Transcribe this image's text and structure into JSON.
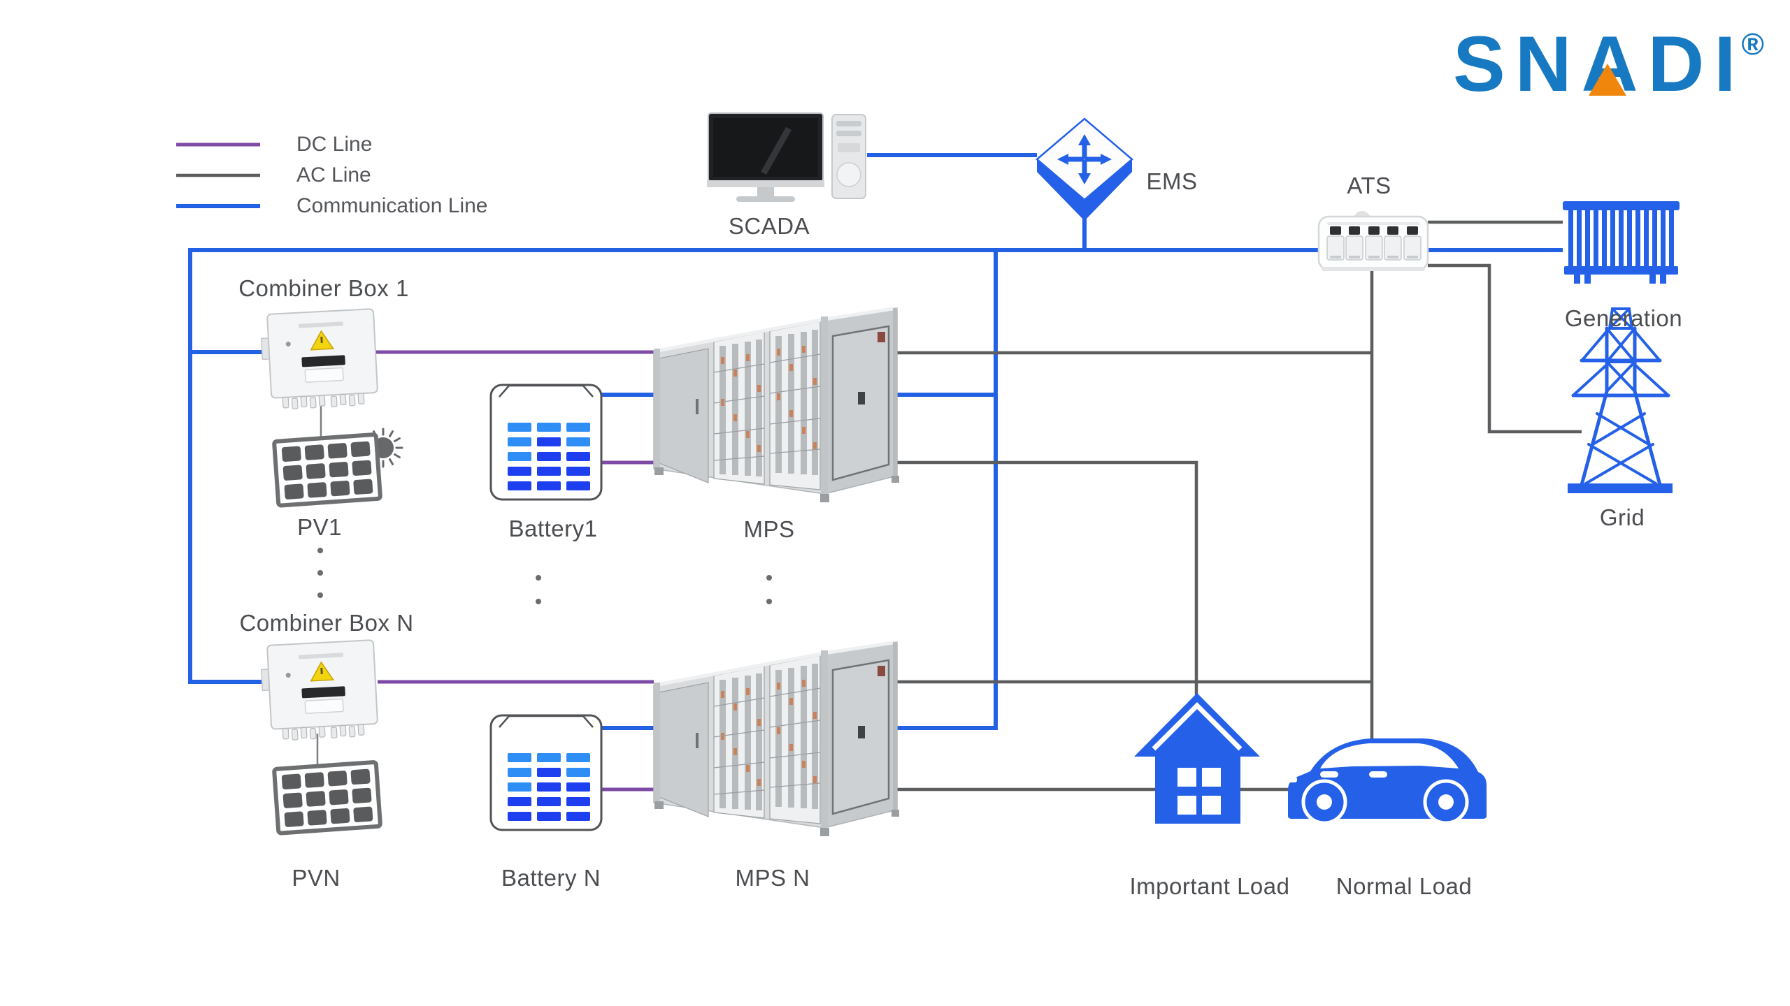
{
  "brand": {
    "name": "SNADI",
    "registered": "®"
  },
  "legend": {
    "items": [
      {
        "id": "dc",
        "label": "DC Line",
        "color": "#7d4ba6"
      },
      {
        "id": "ac",
        "label": "AC Line",
        "color": "#5b5d5f"
      },
      {
        "id": "comm",
        "label": "Communication Line",
        "color": "#2361e4"
      }
    ]
  },
  "nodes": {
    "scada": {
      "label": "SCADA"
    },
    "ems": {
      "label": "EMS"
    },
    "ats": {
      "label": "ATS"
    },
    "generation": {
      "label": "Generation"
    },
    "grid": {
      "label": "Grid"
    },
    "combiner_box_1": {
      "label": "Combiner Box 1"
    },
    "combiner_box_n": {
      "label": "Combiner Box N"
    },
    "pv1": {
      "label": "PV1"
    },
    "pvn": {
      "label": "PVN"
    },
    "battery_1": {
      "label": "Battery1"
    },
    "battery_n": {
      "label": "Battery N"
    },
    "mps_1": {
      "label": "MPS"
    },
    "mps_n": {
      "label": "MPS N"
    },
    "important_load": {
      "label": "Important Load"
    },
    "normal_load": {
      "label": "Normal Load"
    }
  },
  "colors": {
    "dc_line": "#7d4ba6",
    "ac_line": "#5b5d5f",
    "communication_line": "#2361e4",
    "icon_blue": "#2461e8",
    "logo_blue": "#1779c1",
    "logo_orange": "#f0860c",
    "warning_yellow": "#f2d410"
  }
}
